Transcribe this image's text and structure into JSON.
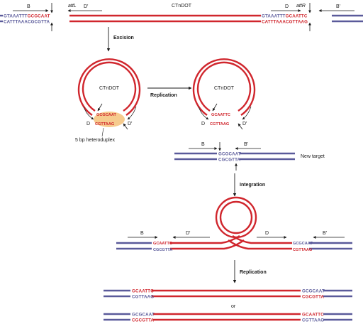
{
  "colors": {
    "red_strand": "#d0262d",
    "blue_strand": "#5a5a9a",
    "highlight": "#f5c27a",
    "arrow": "#1a1a1a"
  },
  "top": {
    "title": "CTnDOT",
    "attL": "attL",
    "attR": "attR",
    "B": "B",
    "D_prime": "D′",
    "D": "D",
    "B_prime": "B′",
    "left_top_blue": "GTAAATTT",
    "left_top_red": "GCGCAAT",
    "left_bot_blue": "CATTTAAACGCGTTA",
    "right_top_blue": "GTAAATTT",
    "right_top_red": "GCAATTC",
    "right_bot_red": "CATTTAAACGTTAAG"
  },
  "steps": {
    "excision": "Excision",
    "replication1": "Replication",
    "integration": "Integration",
    "replication2": "Replication",
    "or": "or"
  },
  "circle1": {
    "label": "CTnDOT",
    "D": "D",
    "D_prime": "D′",
    "seq_top": "GCGCAAT",
    "seq_bot": "CGTTAAG",
    "heteroduplex": "5 bp heteroduplex"
  },
  "circle2": {
    "label": "CTnDOT",
    "D": "D",
    "D_prime": "D′",
    "seq_top": "GCAATTC",
    "seq_bot": "CGTTAAG"
  },
  "target": {
    "B": "B",
    "B_prime": "B′",
    "seq_top": "GCGCAAT",
    "seq_bot": "CGCGTTA",
    "label": "New target"
  },
  "integrated": {
    "B": "B",
    "D_prime": "D′",
    "D": "D",
    "B_prime": "B′",
    "left_top": "GCAATTC",
    "left_bot": "CGCGTTA",
    "right_top": "GCGCAAT",
    "right_bot": "CGTTAAG"
  },
  "products": {
    "p1_left_top": "GCAATTC",
    "p1_left_bot": "CGTTAAG",
    "p1_right_top": "GCGCAAT",
    "p1_right_bot": "CGCGTTA",
    "p2_left_top": "GCGCAAT",
    "p2_left_bot": "CGCGTTA",
    "p2_right_top": "GCAATTC",
    "p2_right_bot": "CGTTAAG"
  }
}
